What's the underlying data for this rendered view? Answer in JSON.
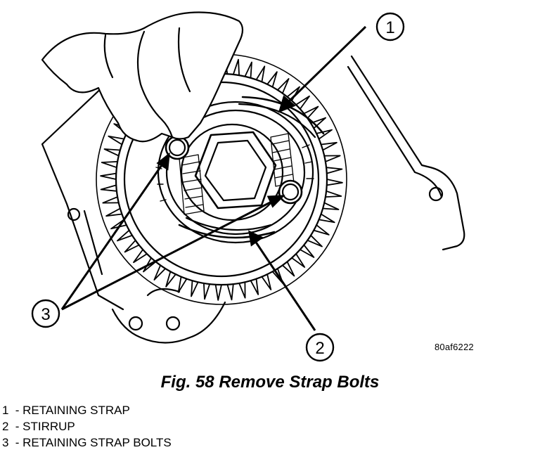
{
  "figure": {
    "caption": "Fig. 58 Remove Strap Bolts",
    "ref_code": "80af6222",
    "callouts": [
      {
        "id": "1",
        "label": "1"
      },
      {
        "id": "2",
        "label": "2"
      },
      {
        "id": "3",
        "label": "3"
      }
    ]
  },
  "legend": [
    {
      "num": "1",
      "text": "- RETAINING STRAP"
    },
    {
      "num": "2",
      "text": "- STIRRUP"
    },
    {
      "num": "3",
      "text": "- RETAINING STRAP BOLTS"
    }
  ]
}
